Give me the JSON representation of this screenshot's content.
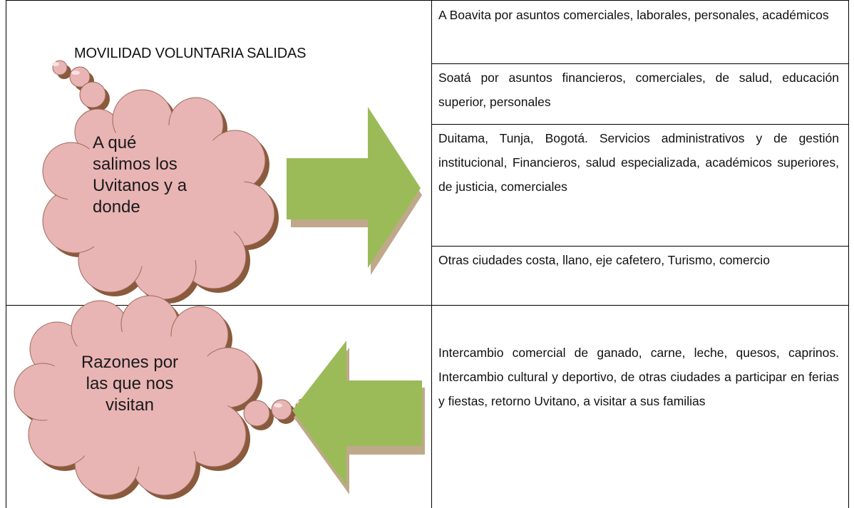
{
  "header": {
    "title": "MOVILIDAD VOLUNTARIA SALIDAS"
  },
  "top_section": {
    "cloud_lines": [
      "A qué",
      "salimos los",
      "Uvitanos y a",
      "donde"
    ],
    "arrow_icon": "right-arrow-icon",
    "destinations": [
      "A Boavita por asuntos comerciales, laborales, personales, académicos",
      "Soatá por asuntos financieros, comerciales, de salud, educación superior, personales",
      "Duitama, Tunja, Bogotá.  Servicios administrativos y de gestión institucional, Financieros, salud especializada, académicos superiores, de justicia, comerciales",
      "Otras ciudades costa, llano, eje cafetero, Turismo, comercio"
    ]
  },
  "bottom_section": {
    "cloud_lines": [
      "Razones por",
      "las que nos",
      "visitan"
    ],
    "arrow_icon": "left-arrow-icon",
    "reasons": "Intercambio comercial de ganado, carne, leche, quesos, caprinos. Intercambio cultural y deportivo, de otras ciudades a participar en ferias y fiestas, retorno Uvitano, a visitar a sus familias"
  },
  "colors": {
    "cloud_fill": "#e9b4b4",
    "cloud_shadow": "#8a5a3c",
    "arrow_fill": "#9bbb59",
    "arrow_shadow": "#bfa98a"
  }
}
